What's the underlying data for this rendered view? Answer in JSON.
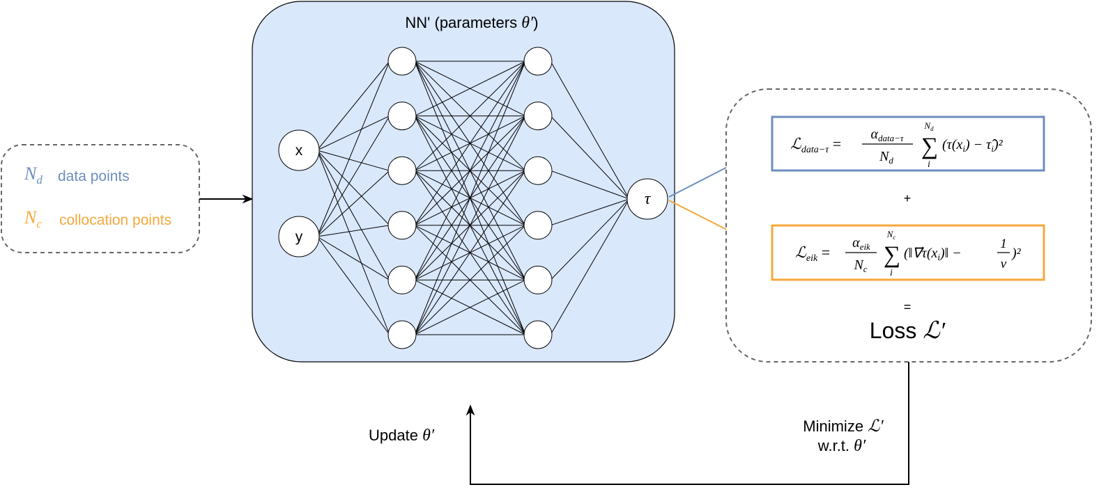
{
  "colors": {
    "data_blue": "#6c8ebf",
    "colloc_orange": "#f5a83b",
    "nn_fill": "#dae8fc",
    "dashed_gray": "#666666"
  },
  "inputs_box": {
    "data_symbol": "N",
    "data_sub": "d",
    "data_label": "data points",
    "colloc_symbol": "N",
    "colloc_sub": "c",
    "colloc_label": "collocation points"
  },
  "network": {
    "title_prefix": "NN' (parameters ",
    "title_param": "θ′",
    "title_suffix": ")",
    "input_nodes": [
      "x",
      "y"
    ],
    "hidden_layers": [
      6,
      6
    ],
    "output_node": "τ"
  },
  "loss_box": {
    "data_term": {
      "L": "ℒ",
      "L_sub": "data−τ",
      "coef_num": "α",
      "coef_num_sub": "data−τ",
      "coef_den": "N",
      "coef_den_sub": "d",
      "sum_top": "N",
      "sum_top_sub": "d",
      "sum_bottom": "i",
      "body": "(τ(x",
      "body_sub": "i",
      "body_mid": ") − τ̂",
      "body_mid_sub": "i",
      "body_end": ")²"
    },
    "plus": "+",
    "eik_term": {
      "L": "ℒ",
      "L_sub": "eik",
      "coef_num": "α",
      "coef_num_sub": "eik",
      "coef_den": "N",
      "coef_den_sub": "c",
      "sum_top": "N",
      "sum_top_sub": "c",
      "sum_bottom": "i",
      "body": "(‖∇⃗τ(x",
      "body_sub": "i",
      "body_mid": ")‖ −",
      "frac_num": "1",
      "frac_den": "v",
      "body_end": ")²"
    },
    "equals": "=",
    "loss_label": "Loss ",
    "loss_symbol": "ℒ′"
  },
  "update_label": {
    "text": "Update ",
    "param": "θ′"
  },
  "minimize_label": {
    "line1_text": "Minimize ",
    "line1_symbol": "ℒ′",
    "line2_text": "w.r.t.  ",
    "line2_param": "θ′"
  }
}
